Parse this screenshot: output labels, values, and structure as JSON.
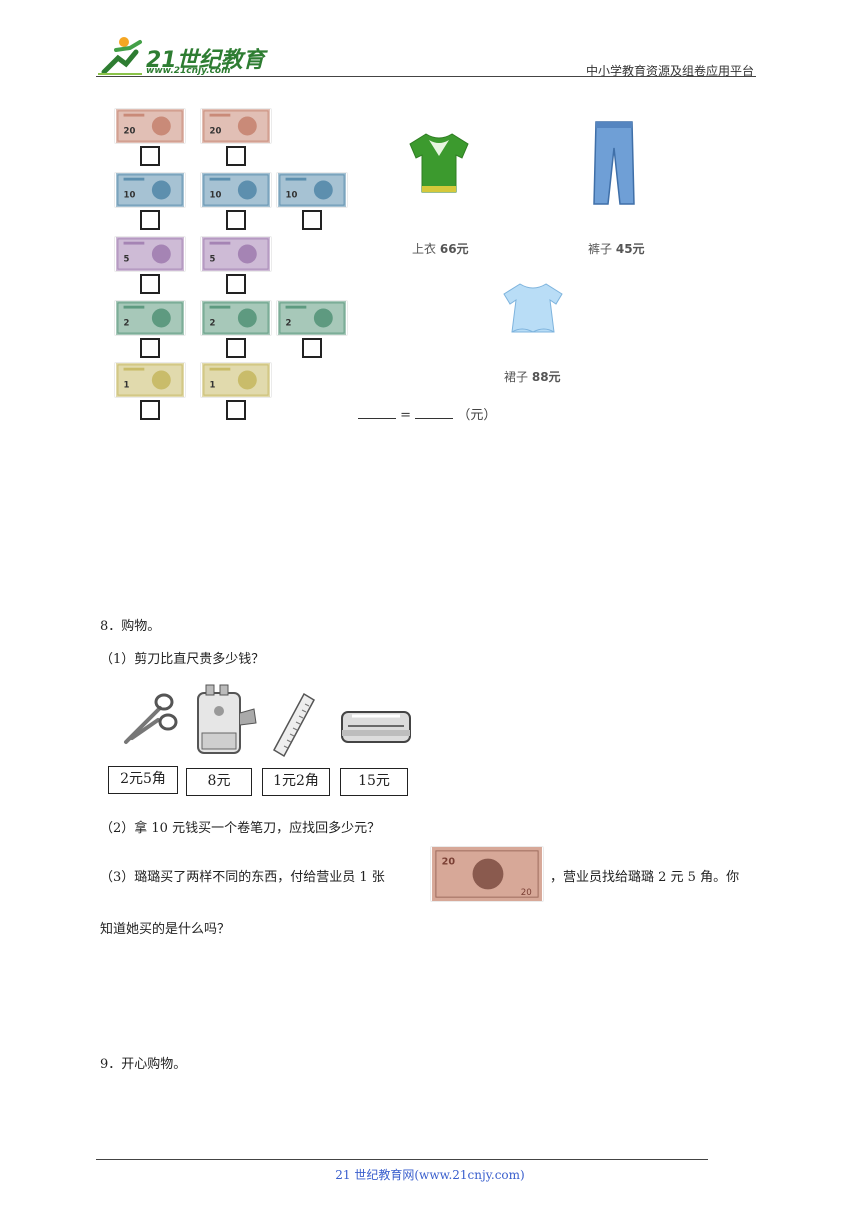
{
  "header": {
    "logo_text": "21世纪教育",
    "logo_url": "www.21cnjy.com",
    "tagline": "中小学教育资源及组卷应用平台"
  },
  "banknote_rows": [
    {
      "denomination": "20",
      "count": 2,
      "color": "#c98a78"
    },
    {
      "denomination": "10",
      "count": 3,
      "color": "#5d8fae"
    },
    {
      "denomination": "5",
      "count": 2,
      "color": "#a584b4"
    },
    {
      "denomination": "2",
      "count": 3,
      "color": "#5e9a80"
    },
    {
      "denomination": "1",
      "count": 2,
      "color": "#c9bc6a"
    }
  ],
  "clothes": [
    {
      "name": "上衣",
      "price": "66元",
      "icon": "green-tshirt-icon"
    },
    {
      "name": "裤子",
      "price": "45元",
      "icon": "blue-jeans-icon"
    },
    {
      "name": "裙子",
      "price": "88元",
      "icon": "blue-dress-icon"
    }
  ],
  "equation": {
    "equals": "=",
    "unit": "（元）"
  },
  "q8": {
    "title": "8．购物。",
    "sub1": "（1）剪刀比直尺贵多少钱？",
    "items": [
      {
        "icon": "scissors-icon",
        "price": "2元5角"
      },
      {
        "icon": "pencil-sharpener-icon",
        "price": "8元"
      },
      {
        "icon": "ruler-icon",
        "price": "1元2角"
      },
      {
        "icon": "pencil-case-icon",
        "price": "15元"
      }
    ],
    "sub2": "（2）拿 10 元钱买一个卷笔刀，应找回多少元？",
    "sub3_a": "（3）璐璐买了两样不同的东西，付给营业员 1 张",
    "sub3_b": "，营业员找给璐璐 2 元 5 角。你",
    "sub3_c": "知道她买的是什么吗？"
  },
  "q9": {
    "title": "9．开心购物。"
  },
  "footer": {
    "text": "21 世纪教育网(www.21cnjy.com)"
  }
}
